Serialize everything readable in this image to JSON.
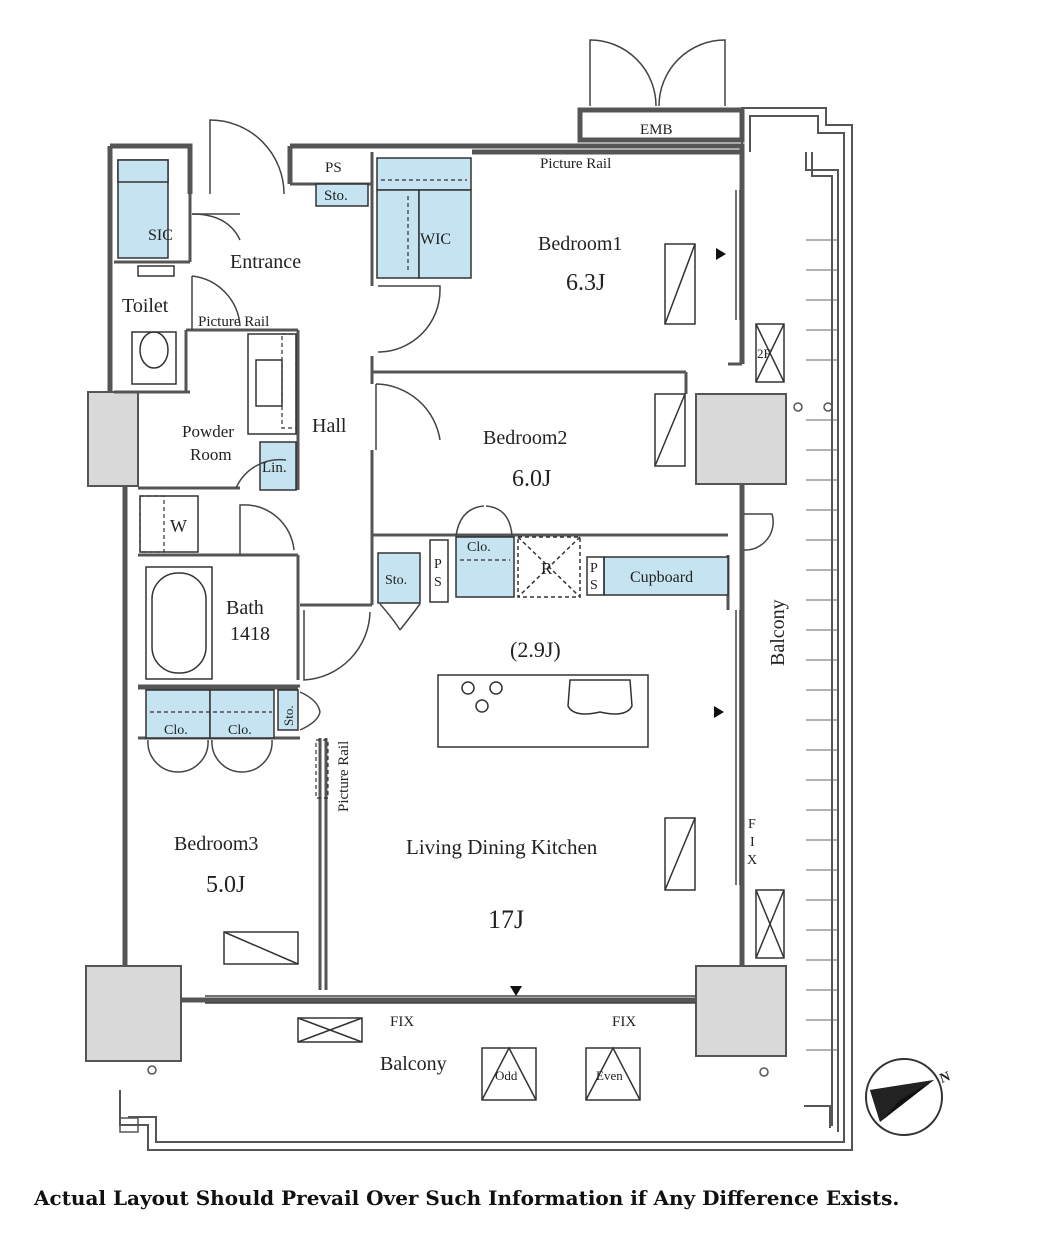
{
  "rooms": {
    "sic": "SIC",
    "entrance": "Entrance",
    "ps_top": "PS",
    "sto_top": "Sto.",
    "wic": "WIC",
    "picture_rail_top": "Picture Rail",
    "emb": "EMB",
    "bedroom1_name": "Bedroom1",
    "bedroom1_size": "6.3J",
    "toilet": "Toilet",
    "picture_rail_hall": "Picture Rail",
    "hall": "Hall",
    "powder_line1": "Powder",
    "powder_line2": "Room",
    "lin": "Lin.",
    "w": "W",
    "bedroom2_name": "Bedroom2",
    "bedroom2_size": "6.0J",
    "clo_center": "Clo.",
    "sto_center": "Sto.",
    "ps_p": "P",
    "ps_s": "S",
    "r": "R",
    "ps2_p": "P",
    "ps2_s": "S",
    "cupboard": "Cupboard",
    "bath_name": "Bath",
    "bath_size": "1418",
    "kitchen_size": "(2.9J)",
    "clo1": "Clo.",
    "clo2": "Clo.",
    "sto_vert": "Sto.",
    "picture_rail_vert": "Picture Rail",
    "bedroom3_name": "Bedroom3",
    "bedroom3_size": "5.0J",
    "ldk_name": "Living Dining Kitchen",
    "ldk_size": "17J",
    "balcony_right": "Balcony",
    "fix_right_1": "F",
    "fix_right_2": "I",
    "fix_right_3": "X",
    "balcony_bottom": "Balcony",
    "fix_left": "FIX",
    "fix_right_bottom": "FIX",
    "odd": "Odd",
    "even": "Even",
    "two_f": "2F",
    "compass_n": "N"
  },
  "disclaimer": "Actual Layout Should Prevail Over Such Information if Any Difference Exists.",
  "colors": {
    "storage_fill": "#c5e3f0",
    "column_fill": "#d9d9d9",
    "wall": "#555555",
    "line": "#333333"
  }
}
